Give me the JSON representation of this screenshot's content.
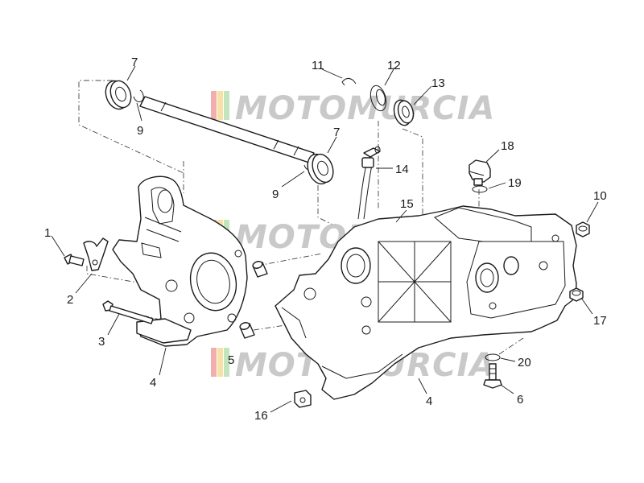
{
  "watermark": {
    "text": "MOTOMURCIA",
    "stripe_colors": [
      "#e36b6b",
      "#f0c85a",
      "#8fcf86"
    ],
    "text_color": "#c9c9c9"
  },
  "callouts": [
    {
      "id": "c7a",
      "text": "7"
    },
    {
      "id": "c9a",
      "text": "9"
    },
    {
      "id": "c11",
      "text": "11"
    },
    {
      "id": "c12",
      "text": "12"
    },
    {
      "id": "c13",
      "text": "13"
    },
    {
      "id": "c7b",
      "text": "7"
    },
    {
      "id": "c9b",
      "text": "9"
    },
    {
      "id": "c14",
      "text": "14"
    },
    {
      "id": "c18",
      "text": "18"
    },
    {
      "id": "c19",
      "text": "19"
    },
    {
      "id": "c15",
      "text": "15"
    },
    {
      "id": "c10",
      "text": "10"
    },
    {
      "id": "c1",
      "text": "1"
    },
    {
      "id": "c2",
      "text": "2"
    },
    {
      "id": "c3",
      "text": "3"
    },
    {
      "id": "c4a",
      "text": "4"
    },
    {
      "id": "c17",
      "text": "17"
    },
    {
      "id": "c20",
      "text": "20"
    },
    {
      "id": "c6",
      "text": "6"
    },
    {
      "id": "c4b",
      "text": "4"
    },
    {
      "id": "c16",
      "text": "16"
    },
    {
      "id": "c5",
      "text": "5"
    }
  ]
}
